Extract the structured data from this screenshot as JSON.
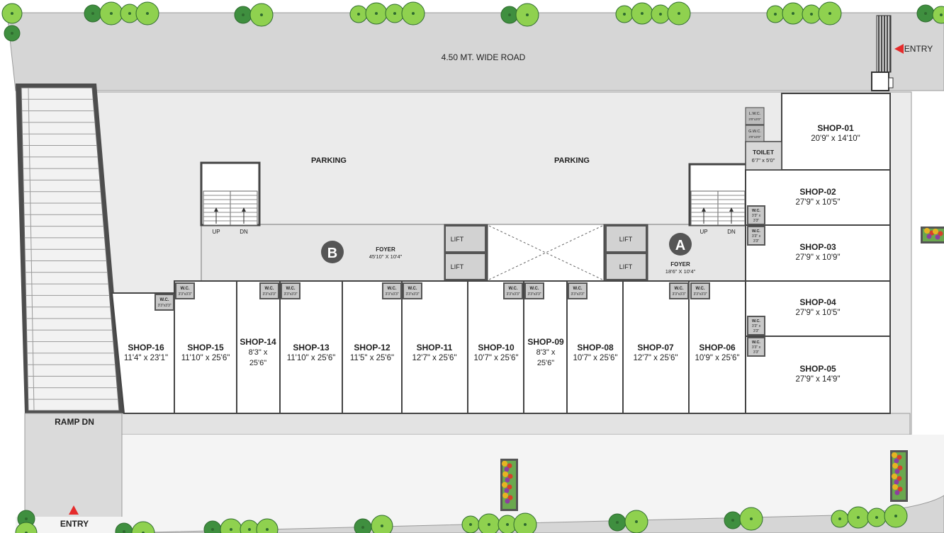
{
  "road_label": "4.50 MT. WIDE ROAD",
  "entry_top": "ENTRY",
  "entry_bottom": "ENTRY",
  "ramp_label": "RAMP DN",
  "parking_labels": [
    "PARKING",
    "PARKING"
  ],
  "foyer_a": {
    "marker": "A",
    "name": "FOYER",
    "size": "18'6\" X 10'4\""
  },
  "foyer_b": {
    "marker": "B",
    "name": "FOYER",
    "size": "45'10\" X 10'4\""
  },
  "lift_label": "LIFT",
  "stair_up": "UP",
  "stair_dn": "DN",
  "toilet": {
    "name": "TOILET",
    "size": "6'7\" x 5'0\""
  },
  "lwc": {
    "name": "L.W.C.",
    "size": "3'0\"x3'0\""
  },
  "gwc": {
    "name": "G.W.C.",
    "size": "3'0\"x3'0\""
  },
  "wc": {
    "name": "W.C.",
    "size": "3'3\"x3'3\"",
    "size_line1": "3'3\" x",
    "size_line2": "3'3\""
  },
  "colors": {
    "road": "#d6d6d6",
    "parking": "#ebebeb",
    "foyer": "#e6e6e6",
    "wall": "#555555",
    "tree_light": "#8fd14f",
    "tree_dark": "#3f8f3f",
    "entry_arrow": "#e52b2b"
  },
  "shops": [
    {
      "name": "SHOP-01",
      "size": "20'9\" x 14'10\""
    },
    {
      "name": "SHOP-02",
      "size": "27'9\" x 10'5\""
    },
    {
      "name": "SHOP-03",
      "size": "27'9\" x 10'9\""
    },
    {
      "name": "SHOP-04",
      "size": "27'9\" x 10'5\""
    },
    {
      "name": "SHOP-05",
      "size": "27'9\" x 14'9\""
    },
    {
      "name": "SHOP-06",
      "size": "10'9\" x 25'6\""
    },
    {
      "name": "SHOP-07",
      "size": "12'7\" x 25'6\""
    },
    {
      "name": "SHOP-08",
      "size": "10'7\" x 25'6\""
    },
    {
      "name": "SHOP-09",
      "size_line1": "8'3\" x",
      "size_line2": "25'6\""
    },
    {
      "name": "SHOP-10",
      "size": "10'7\" x 25'6\""
    },
    {
      "name": "SHOP-11",
      "size": "12'7\" x 25'6\""
    },
    {
      "name": "SHOP-12",
      "size": "11'5\" x 25'6\""
    },
    {
      "name": "SHOP-13",
      "size": "11'10\" x 25'6\""
    },
    {
      "name": "SHOP-14",
      "size_line1": "8'3\" x",
      "size_line2": "25'6\""
    },
    {
      "name": "SHOP-15",
      "size": "11'10\" x 25'6\""
    },
    {
      "name": "SHOP-16",
      "size": "11'4\" x 23'1\""
    }
  ]
}
